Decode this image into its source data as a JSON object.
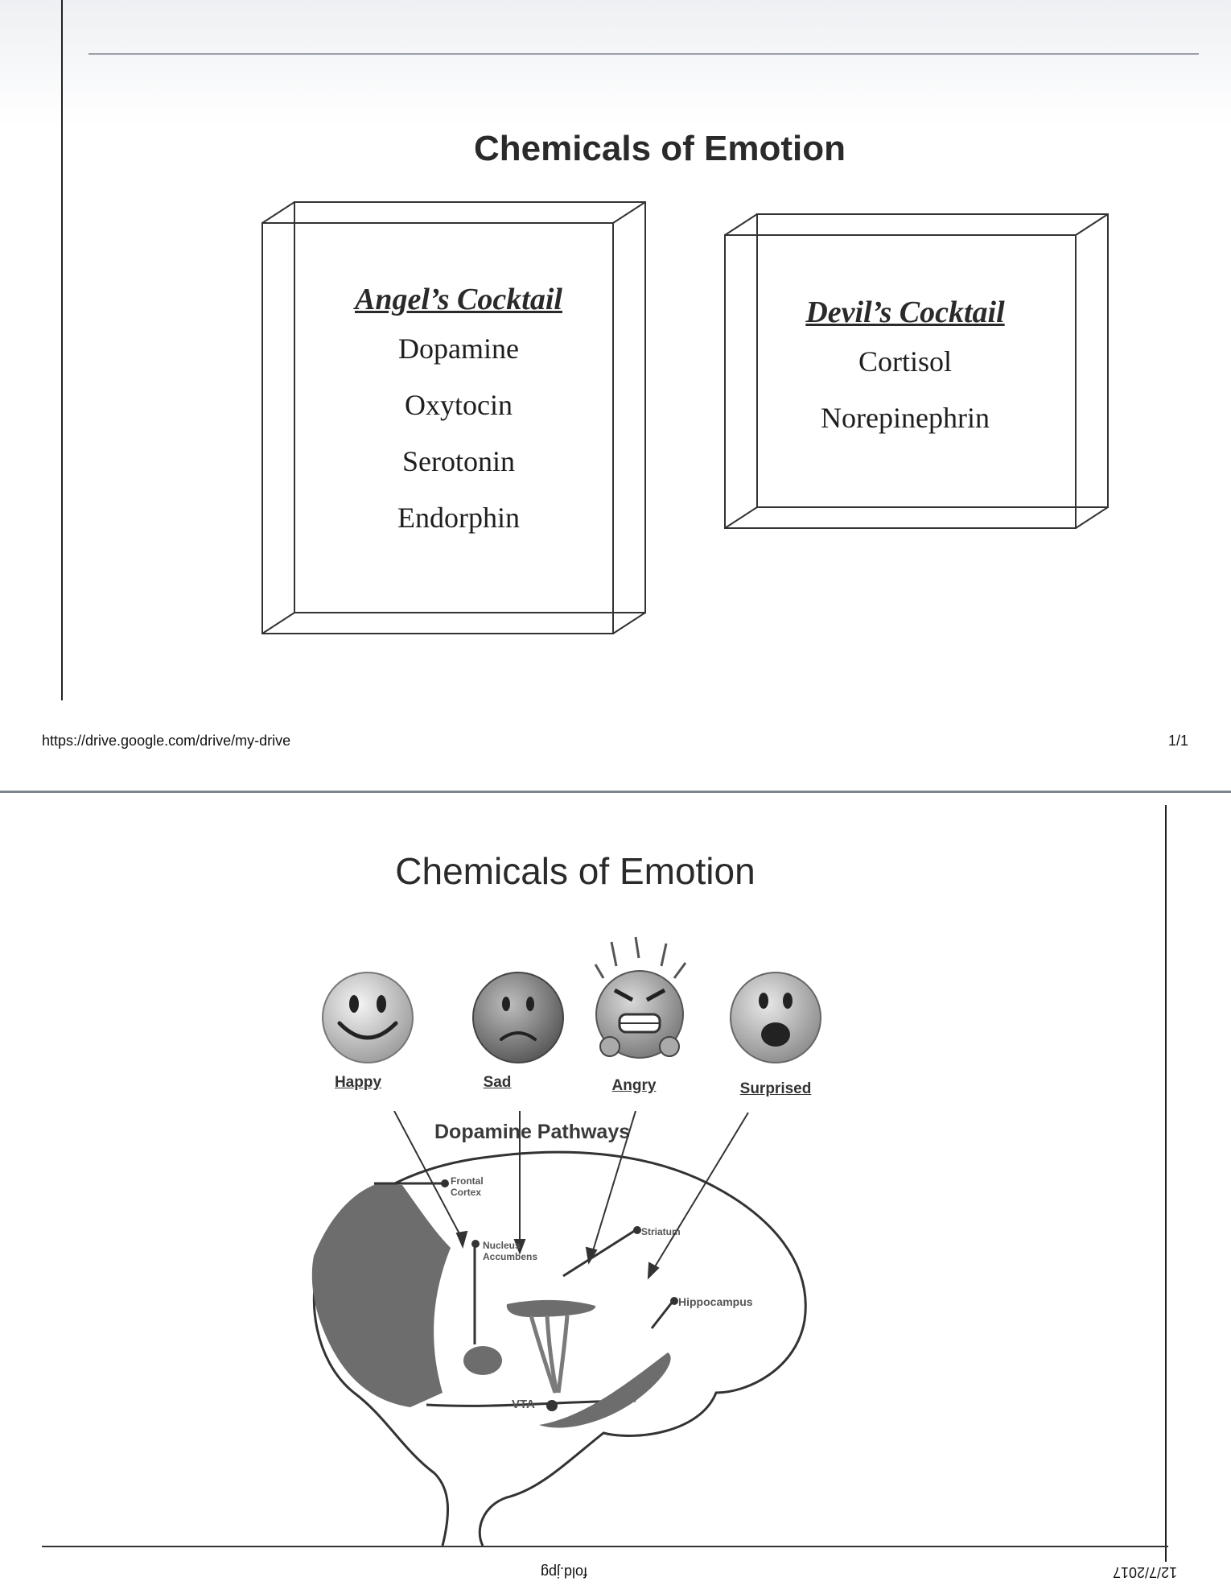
{
  "top_slide": {
    "title": "Chemicals of Emotion",
    "angel": {
      "heading": "Angel’s Cocktail",
      "items": [
        "Dopamine",
        "Oxytocin",
        "Serotonin",
        "Endorphin"
      ]
    },
    "devil": {
      "heading": "Devil’s Cocktail",
      "items": [
        "Cortisol",
        "Norepinephrin"
      ]
    }
  },
  "print_footer": {
    "url": "https://drive.google.com/drive/my-drive",
    "page": "1/1"
  },
  "bottom_slide": {
    "title": "Chemicals of Emotion",
    "emotions": [
      "Happy",
      "Sad",
      "Angry",
      "Surprised"
    ],
    "diagram_title": "Dopamine Pathways",
    "regions": {
      "frontal": "Frontal Cortex",
      "nucleus": "Nucleus Accumbens",
      "striatum": "Striatum",
      "hippocampus": "Hippocampus",
      "vta": "VTA"
    }
  },
  "upside_footer": {
    "filename": "fold.jpg",
    "date": "12/7/2017"
  }
}
